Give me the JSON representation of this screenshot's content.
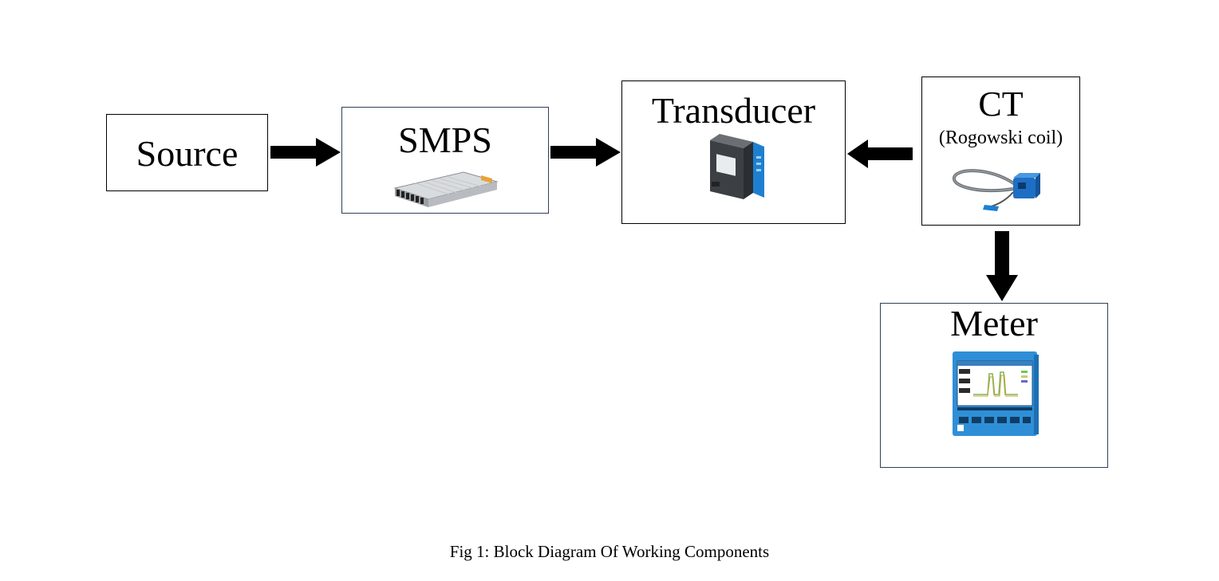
{
  "diagram": {
    "blocks": {
      "source": {
        "label": "Source"
      },
      "smps": {
        "label": "SMPS",
        "image": "power-supply-unit"
      },
      "transducer": {
        "label": "Transducer",
        "image": "din-rail-transducer"
      },
      "ct": {
        "label": "CT",
        "sublabel": "(Rogowski coil)",
        "image": "rogowski-coil"
      },
      "meter": {
        "label": "Meter",
        "image": "power-analyzer-meter"
      }
    },
    "connections": [
      {
        "from": "source",
        "to": "smps",
        "direction": "right"
      },
      {
        "from": "smps",
        "to": "transducer",
        "direction": "right"
      },
      {
        "from": "ct",
        "to": "transducer",
        "direction": "left"
      },
      {
        "from": "ct",
        "to": "meter",
        "direction": "down"
      }
    ],
    "caption": "Fig 1: Block Diagram Of Working Components"
  },
  "colors": {
    "arrow": "#000000",
    "meter_blue": "#2f8fd6",
    "transducer_accent": "#1e7fd0"
  }
}
